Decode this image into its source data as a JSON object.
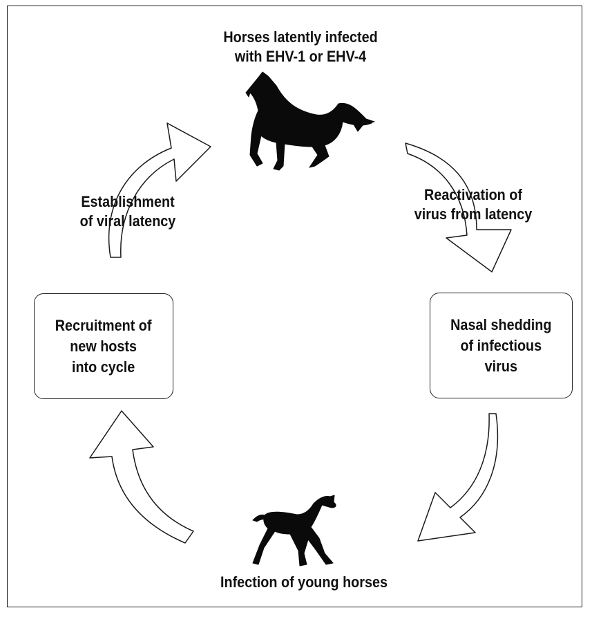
{
  "diagram": {
    "top_label": {
      "lines": [
        "Horses latently infected",
        "with EHV-1 or EHV-4"
      ]
    },
    "right_arrow_label": {
      "lines": [
        "Reactivation of",
        "virus from latency"
      ]
    },
    "left_arrow_label": {
      "lines": [
        "Establishment",
        "of viral latency"
      ]
    },
    "right_box": {
      "lines": [
        "Nasal shedding",
        "of infectious",
        "virus"
      ]
    },
    "left_box": {
      "lines": [
        "Recruitment of",
        "new hosts",
        "into cycle"
      ]
    },
    "bottom_label": "Infection of young horses",
    "icons": [
      "adult-horse-icon",
      "foal-icon"
    ],
    "colors": {
      "stroke": "#1a1a1a",
      "silhouette": "#0a0a0a",
      "background": "#ffffff"
    }
  }
}
